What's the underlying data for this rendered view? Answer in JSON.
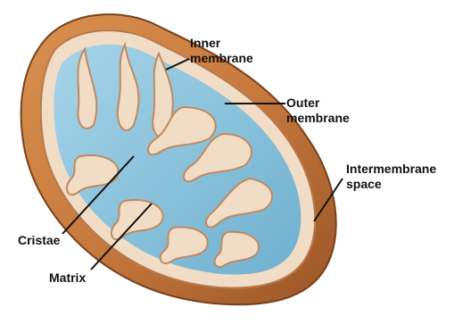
{
  "labels": {
    "inner_membrane": {
      "line1": "Inner",
      "line2": "membrane"
    },
    "outer_membrane": {
      "line1": "Outer",
      "line2": "membrane"
    },
    "intermembrane_space": {
      "line1": "Intermembrane",
      "line2": "space"
    },
    "cristae": "Cristae",
    "matrix": "Matrix"
  },
  "colors": {
    "outer_shell": "#c87a3e",
    "outer_shell_dark": "#9a5526",
    "inner_fold": "#f1dcc6",
    "matrix": "#8ec5dd",
    "leader_line": "#111111"
  }
}
